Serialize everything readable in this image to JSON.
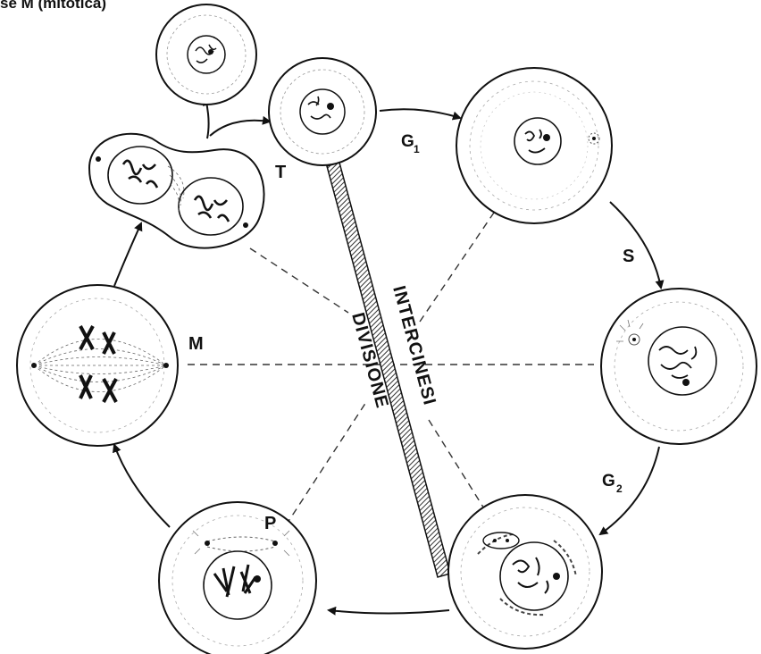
{
  "header": {
    "text": "se M (mitotica)"
  },
  "labels": {
    "g1": "G",
    "g1_sub": "1",
    "s": "S",
    "g2": "G",
    "g2_sub": "2",
    "m": "M",
    "t": "T",
    "p": "P",
    "intercinesi": "INTERCINESI",
    "divisione": "DIVISIONE"
  }
}
